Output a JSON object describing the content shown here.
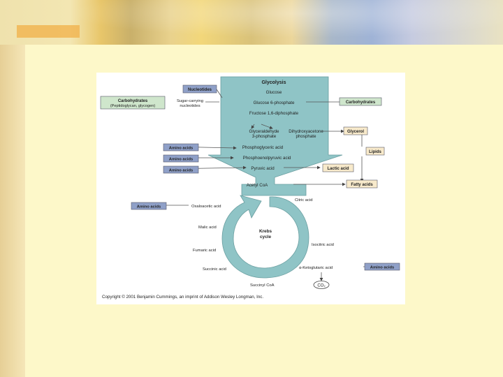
{
  "labels": {
    "glycolysis": "Glycolysis",
    "glucose": "Glucose",
    "glucose6p": "Glucose 6-phosphate",
    "fructose16": "Fructose 1,6-diphosphate",
    "gap_line1": "Glyceraldehyde",
    "gap_line2": "3-phosphate",
    "dhap_line1": "Dihydroxyacetone",
    "dhap_line2": "phosphate",
    "phosphoglyceric": "Phosphoglyceric acid",
    "pep": "Phosphoenolpyruvic acid",
    "pyruvic": "Pyruvic acid",
    "acetylcoa": "Acetyl CoA",
    "citric": "Citric acid",
    "oxaloacetic": "Oxaloacetic acid",
    "malic": "Malic acid",
    "krebs_line1": "Krebs",
    "krebs_line2": "cycle",
    "fumaric": "Fumaric acid",
    "isocitric": "Isocitric acid",
    "succinic": "Succinic acid",
    "ketoglutaric": "α-Ketoglutaric acid",
    "succinylcoa": "Succinyl CoA",
    "co2": "CO₂",
    "nucleotides": "Nucleotides",
    "sugar_line1": "Sugar-carrying",
    "sugar_line2": "nucleotides",
    "carbs_left_line1": "Carbohydrates",
    "carbs_left_line2": "(Peptidoglycan, glycogen)",
    "carbs_right": "Carbohydrates",
    "glycerol": "Glycerol",
    "lipids": "Lipids",
    "amino1": "Amino acids",
    "amino2": "Amino acids",
    "amino3": "Amino acids",
    "lactic": "Lactic acid",
    "fatty": "Fatty acids",
    "amino4": "Amino acids",
    "amino5": "Amino acids",
    "copyright": "Copyright © 2001 Benjamin Cummings, an imprint of Addison Wesley Longman, Inc."
  }
}
